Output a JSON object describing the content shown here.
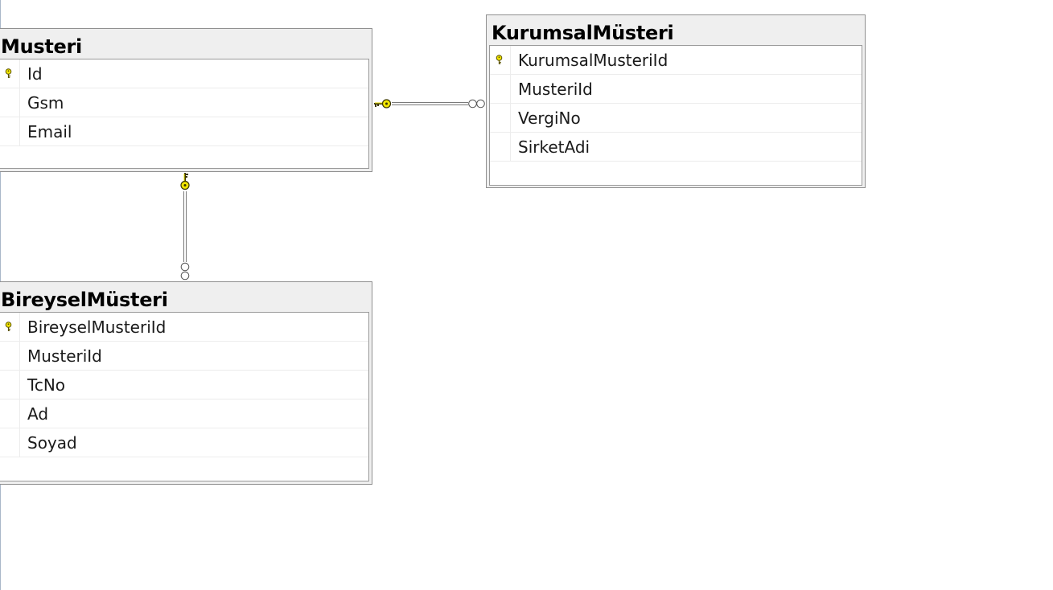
{
  "diagram": {
    "tables": {
      "musteri": {
        "title": "Musteri",
        "columns": [
          {
            "name": "Id",
            "primary_key": true
          },
          {
            "name": "Gsm",
            "primary_key": false
          },
          {
            "name": "Email",
            "primary_key": false
          }
        ]
      },
      "kurumsal": {
        "title": "KurumsalMüsteri",
        "columns": [
          {
            "name": "KurumsalMusteriId",
            "primary_key": true
          },
          {
            "name": "MusteriId",
            "primary_key": false
          },
          {
            "name": "VergiNo",
            "primary_key": false
          },
          {
            "name": "SirketAdi",
            "primary_key": false
          }
        ]
      },
      "bireysel": {
        "title": "BireyselMüsteri",
        "columns": [
          {
            "name": "BireyselMusteriId",
            "primary_key": true
          },
          {
            "name": "MusteriId",
            "primary_key": false
          },
          {
            "name": "TcNo",
            "primary_key": false
          },
          {
            "name": "Ad",
            "primary_key": false
          },
          {
            "name": "Soyad",
            "primary_key": false
          }
        ]
      }
    },
    "relationships": [
      {
        "from": "Musteri",
        "to": "KurumsalMüsteri",
        "from_end": "key-icon",
        "to_end": "infinity-icon"
      },
      {
        "from": "Musteri",
        "to": "BireyselMüsteri",
        "from_end": "key-icon",
        "to_end": "infinity-icon"
      }
    ],
    "colors": {
      "key": "#f2e600",
      "key_outline": "#5a5200",
      "connector": "#7a7a7a",
      "header_bg": "#efefef",
      "border": "#8f8f8f"
    }
  }
}
